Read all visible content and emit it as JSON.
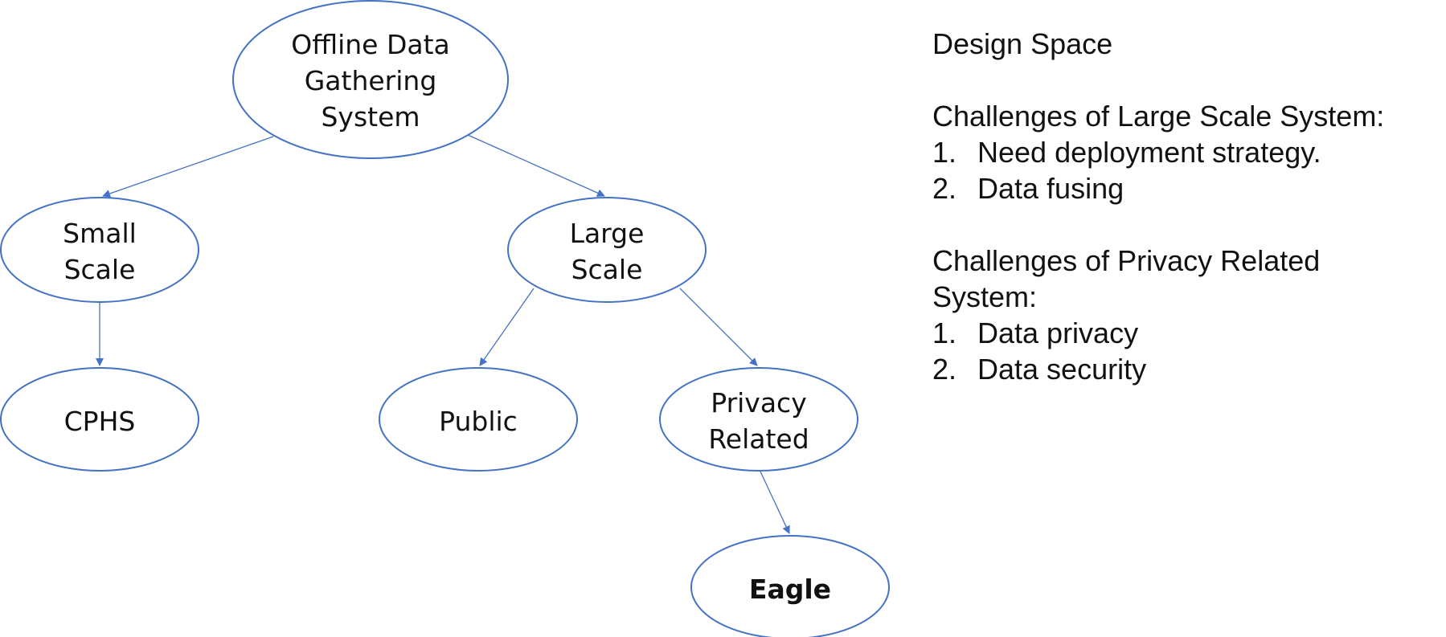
{
  "diagram": {
    "nodes": {
      "root": [
        "Offline Data",
        "Gathering",
        "System"
      ],
      "small": [
        "Small",
        "Scale"
      ],
      "large": [
        "Large",
        "Scale"
      ],
      "cphs": [
        "CPHS"
      ],
      "public": [
        "Public"
      ],
      "privacy": [
        "Privacy",
        "Related"
      ],
      "eagle": [
        "Eagle"
      ]
    },
    "edges": [
      [
        "root",
        "small"
      ],
      [
        "root",
        "large"
      ],
      [
        "small",
        "cphs"
      ],
      [
        "large",
        "public"
      ],
      [
        "large",
        "privacy"
      ],
      [
        "privacy",
        "eagle"
      ]
    ],
    "colors": {
      "stroke": "#4472C4",
      "text": "#111111"
    }
  },
  "notes": {
    "title": "Design Space",
    "section1": {
      "heading": "Challenges of Large Scale System:",
      "items": [
        "Need deployment strategy.",
        "Data fusing"
      ]
    },
    "section2": {
      "heading_line1": "Challenges of Privacy Related",
      "heading_line2": "System:",
      "items": [
        "Data privacy",
        "Data security"
      ]
    }
  }
}
